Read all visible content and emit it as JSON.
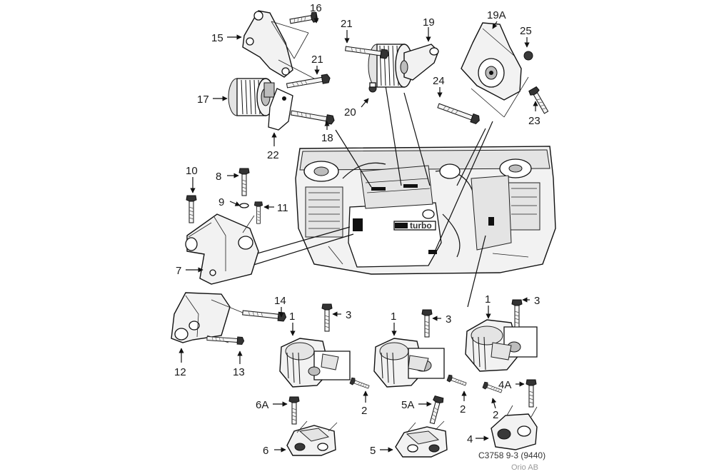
{
  "callouts": {
    "c1a": "1",
    "c1b": "1",
    "c1c": "1",
    "c2a": "2",
    "c2b": "2",
    "c2c": "2",
    "c3a": "3",
    "c3b": "3",
    "c3c": "3",
    "c4": "4",
    "c4A": "4A",
    "c5": "5",
    "c5A": "5A",
    "c6": "6",
    "c6A": "6A",
    "c7": "7",
    "c8": "8",
    "c9": "9",
    "c10": "10",
    "c11": "11",
    "c12": "12",
    "c13": "13",
    "c14": "14",
    "c15": "15",
    "c16": "16",
    "c17": "17",
    "c18": "18",
    "c19": "19",
    "c19A": "19A",
    "c20": "20",
    "c21a": "21",
    "c21b": "21",
    "c22": "22",
    "c23": "23",
    "c24": "24",
    "c25": "25"
  },
  "engine_badge": "turbo",
  "caption": {
    "code": "C3758 9-3 (9440)",
    "copyright": "Orio AB"
  }
}
